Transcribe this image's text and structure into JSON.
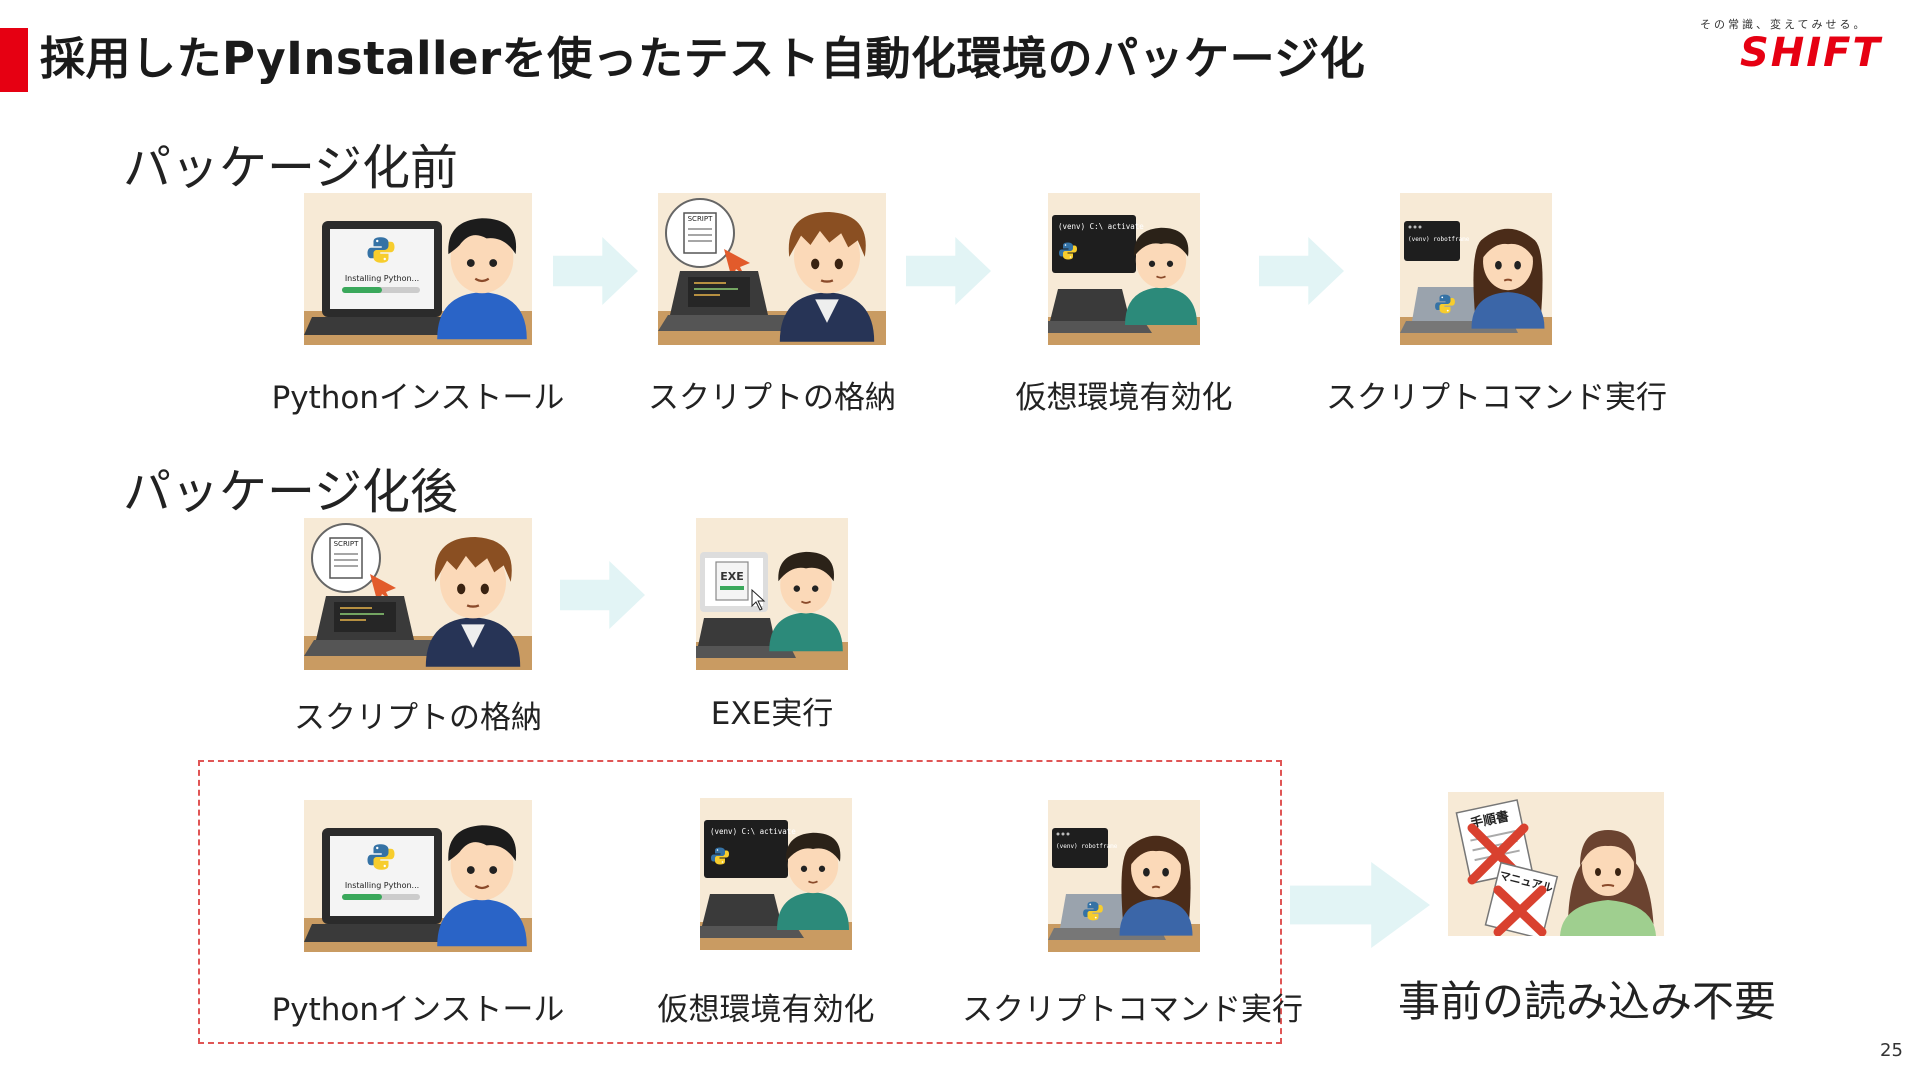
{
  "slide": {
    "title": "採用したPyInstallerを使ったテスト自動化環境のパッケージ化",
    "page_number": "25"
  },
  "brand": {
    "tagline": "その常識、変えてみせる。",
    "logo": "SHIFT",
    "accent_color": "#e60012"
  },
  "before": {
    "heading": "パッケージ化前",
    "steps": [
      {
        "label": "Pythonインストール",
        "screen_text": "Installing Python...",
        "illustration": "boy-installing-python"
      },
      {
        "label": "スクリプトの格納",
        "screen_text": "SCRIPT",
        "illustration": "boy-storing-script"
      },
      {
        "label": "仮想環境有効化",
        "screen_text": "(venv) C:\\ activate",
        "illustration": "boy-activating-venv"
      },
      {
        "label": "スクリプトコマンド実行",
        "screen_text": "(venv) robotframe",
        "illustration": "girl-running-command"
      }
    ]
  },
  "after": {
    "heading": "パッケージ化後",
    "steps": [
      {
        "label": "スクリプトの格納",
        "screen_text": "SCRIPT",
        "illustration": "boy-storing-script"
      },
      {
        "label": "EXE実行",
        "screen_text": "EXE",
        "illustration": "boy-running-exe"
      }
    ]
  },
  "eliminated": {
    "steps": [
      {
        "label": "Pythonインストール",
        "screen_text": "Installing Python...",
        "illustration": "boy-installing-python"
      },
      {
        "label": "仮想環境有効化",
        "screen_text": "(venv) C:\\ activate",
        "illustration": "boy-activating-venv"
      },
      {
        "label": "スクリプトコマンド実行",
        "screen_text": "(venv) robotframe",
        "illustration": "girl-running-command"
      }
    ],
    "result_label": "事前の読み込み不要",
    "result_doc1": "手順書",
    "result_doc2": "マニュアル",
    "result_illustration": "girl-no-manual-needed"
  }
}
